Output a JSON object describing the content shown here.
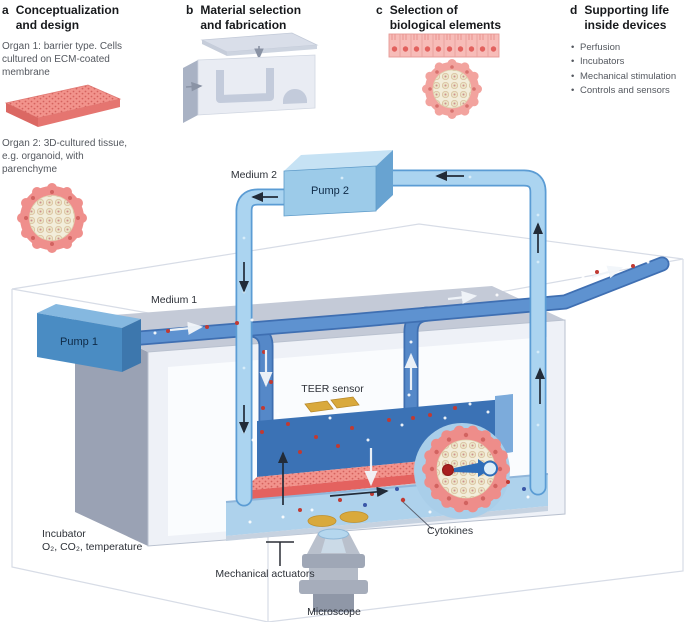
{
  "panels": {
    "a": {
      "letter": "a",
      "title": "Conceptualization and design",
      "organ1_caption": "Organ 1: barrier type. Cells cultured on ECM-coated membrane",
      "organ2_caption": "Organ 2: 3D-cultured tissue, e.g. organoid, with parenchyme"
    },
    "b": {
      "letter": "b",
      "title": "Material selection and fabrication"
    },
    "c": {
      "letter": "c",
      "title": "Selection of biological elements"
    },
    "d": {
      "letter": "d",
      "title": "Supporting life inside devices",
      "bullets": [
        "Perfusion",
        "Incubators",
        "Mechanical stimulation",
        "Controls and sensors"
      ]
    }
  },
  "diagram": {
    "pump1": "Pump 1",
    "pump2": "Pump 2",
    "medium1": "Medium 1",
    "medium2": "Medium 2",
    "teer_sensor": "TEER sensor",
    "cytokines": "Cytokines",
    "mechanical_actuators": "Mechanical actuators",
    "microscope": "Microscope",
    "incubator_title": "Incubator",
    "incubator_conditions": "O₂, CO₂, temperature",
    "colors": {
      "medium1_blue": "#5e92d0",
      "medium2_blue": "#abd4f0",
      "apical_medium": "#3b72b5",
      "membrane_pink": "#f2938c",
      "organoid_ring": "#ef8f8c",
      "gold_sensor": "#d9a93c",
      "device_gray": "#c4cad7",
      "cytokine_red": "#c03a33"
    }
  }
}
